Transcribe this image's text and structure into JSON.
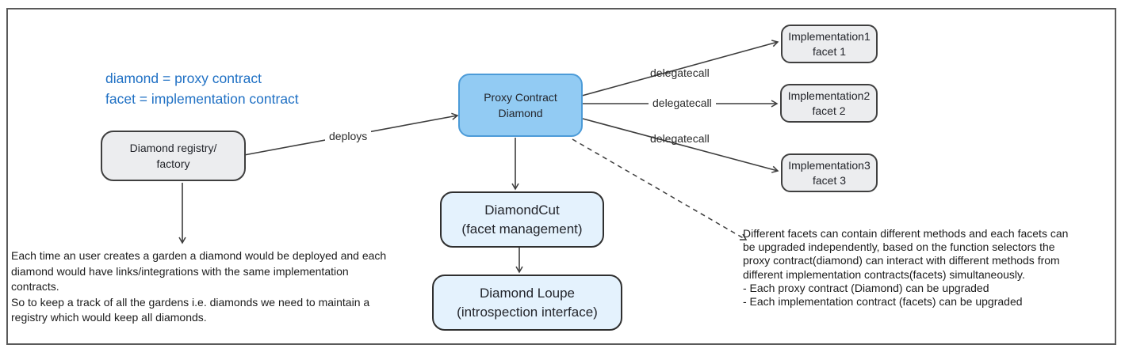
{
  "canvas": {
    "background": "#ffffff",
    "border_color": "#5a5a5a"
  },
  "legend": {
    "line1": "diamond = proxy contract",
    "line2": "facet = implementation contract",
    "color": "#1f70c4"
  },
  "nodes": {
    "registry": {
      "line1": "Diamond registry/",
      "line2": "factory"
    },
    "proxy": {
      "line1": "Proxy Contract",
      "line2": "Diamond"
    },
    "impl1": {
      "line1": "Implementation1",
      "line2": "facet 1"
    },
    "impl2": {
      "line1": "Implementation2",
      "line2": "facet 2"
    },
    "impl3": {
      "line1": "Implementation3",
      "line2": "facet 3"
    },
    "diamond_cut": {
      "line1": "DiamondCut",
      "line2": "(facet management)"
    },
    "diamond_loupe": {
      "line1": "Diamond Loupe",
      "line2": "(introspection interface)"
    }
  },
  "edges": {
    "deploys_label": "deploys",
    "delegatecall1_label": "delegatecall",
    "delegatecall2_label": "delegatecall",
    "delegatecall3_label": "delegatecall"
  },
  "notes": {
    "left": "Each time an user creates a garden a diamond would be deployed and each\ndiamond would have links/integrations with the same implementation\ncontracts.\nSo to keep a track of all the gardens i.e. diamonds we need to maintain a\nregistry which would keep all diamonds.",
    "right": "Different facets can contain different methods and each facets can\nbe upgraded independently, based on the function selectors the\nproxy contract(diamond) can interact with different methods from\ndifferent implementation contracts(facets) simultaneously.\n- Each proxy contract (Diamond) can be upgraded\n- Each implementation contract (facets) can be upgraded"
  },
  "colors": {
    "node_gray_fill": "#ecedef",
    "node_gray_border": "#3f3f3f",
    "proxy_fill": "#92cbf3",
    "proxy_border": "#4c9bd8",
    "light_blue_fill": "#e4f2fd",
    "light_blue_border": "#2f2f2f",
    "arrow": "#3d3d3d",
    "legend_blue": "#1f70c4"
  }
}
